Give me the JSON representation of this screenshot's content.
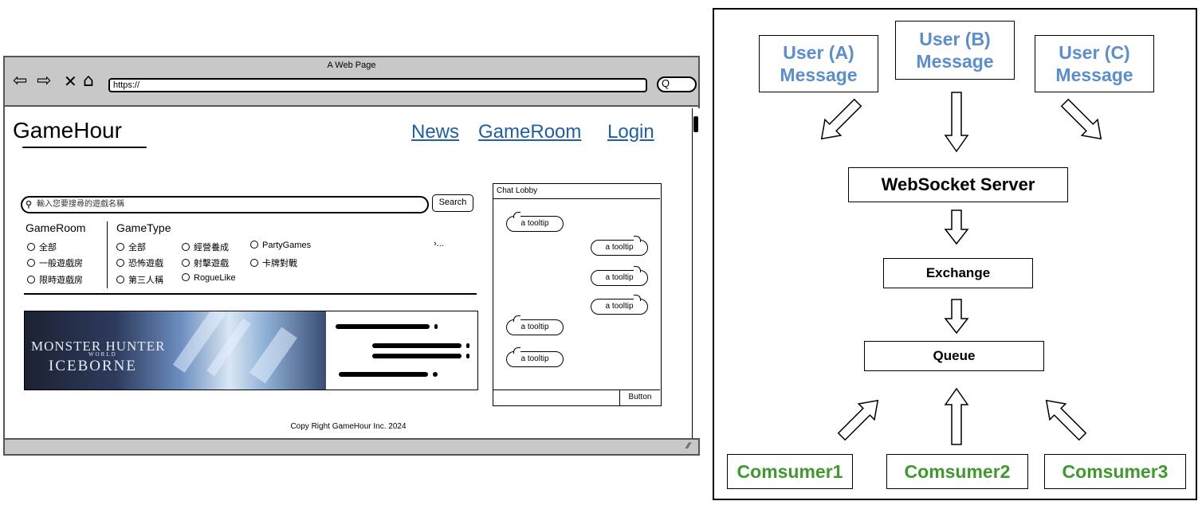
{
  "browser": {
    "window_title": "A Web Page",
    "url": "https://",
    "nav_icons": [
      "back-arrow-icon",
      "forward-arrow-icon",
      "close-icon",
      "home-icon"
    ],
    "search_glyph": "Q"
  },
  "site": {
    "logo": "GameHour",
    "nav": [
      "News",
      "GameRoom",
      "Login"
    ],
    "search_placeholder": "輸入您要搜尋的遊戲名稱",
    "search_button": "Search",
    "gameroom_title": "GameRoom",
    "gameroom_options": [
      "全部",
      "一般遊戲房",
      "限時遊戲房"
    ],
    "gametype_title": "GameType",
    "gametype_options": [
      "全部",
      "經營養成",
      "PartyGames",
      "恐怖遊戲",
      "射擊遊戲",
      "卡牌對戰",
      "第三人稱",
      "RogueLike"
    ],
    "more": "›...",
    "banner": {
      "line1": "MONSTER HUNTER",
      "line2": "WORLD",
      "line3": "ICEBORNE"
    },
    "chat": {
      "title": "Chat Lobby",
      "tooltip": "a tooltip",
      "button": "Button"
    },
    "copyright": "Copy Right GameHour Inc. 2024"
  },
  "architecture": {
    "users": [
      [
        "User (A)",
        "Message"
      ],
      [
        "User (B)",
        "Message"
      ],
      [
        "User (C)",
        "Message"
      ]
    ],
    "server": "WebSocket Server",
    "exchange": "Exchange",
    "queue": "Queue",
    "consumers": [
      "Comsumer1",
      "Comsumer2",
      "Comsumer3"
    ],
    "colors": {
      "user_text": "#5b8ed1",
      "consumer_text": "#3f9a2e",
      "link_text": "#1f5fa6"
    }
  }
}
